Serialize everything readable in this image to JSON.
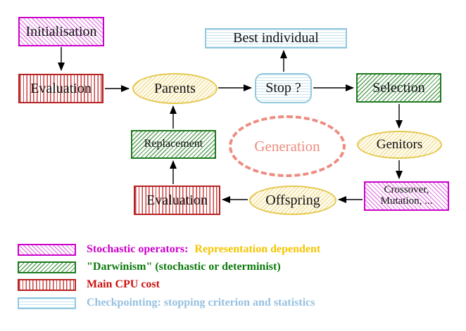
{
  "diagram": {
    "nodes": {
      "initialisation": {
        "label": "Initialisation",
        "pattern": "magenta-diagonal-hatch"
      },
      "best_individual": {
        "label": "Best individual",
        "pattern": "cyan-horizontal-lines"
      },
      "evaluation_top": {
        "label": "Evaluation",
        "pattern": "red-vertical-lines"
      },
      "parents": {
        "label": "Parents",
        "pattern": "yellow-diagonal-hatch"
      },
      "stop": {
        "label": "Stop ?",
        "pattern": "cyan-horizontal-lines"
      },
      "selection": {
        "label": "Selection",
        "pattern": "green-diagonal-hatch"
      },
      "replacement": {
        "label": "Replacement",
        "pattern": "green-diagonal-hatch"
      },
      "generation": {
        "label": "Generation",
        "pattern": "salmon-dashed-ellipse"
      },
      "genitors": {
        "label": "Genitors",
        "pattern": "yellow-diagonal-hatch"
      },
      "evaluation_bottom": {
        "label": "Evaluation",
        "pattern": "red-vertical-lines"
      },
      "offspring": {
        "label": "Offspring",
        "pattern": "yellow-diagonal-hatch"
      },
      "crossover_mutation": {
        "line1": "Crossover,",
        "line2": "Mutation, ...",
        "pattern": "magenta-diagonal-hatch"
      }
    },
    "edges": [
      {
        "from": "initialisation",
        "to": "evaluation_top"
      },
      {
        "from": "evaluation_top",
        "to": "parents"
      },
      {
        "from": "parents",
        "to": "stop"
      },
      {
        "from": "stop",
        "to": "best_individual"
      },
      {
        "from": "stop",
        "to": "selection"
      },
      {
        "from": "selection",
        "to": "genitors"
      },
      {
        "from": "genitors",
        "to": "crossover_mutation"
      },
      {
        "from": "crossover_mutation",
        "to": "offspring"
      },
      {
        "from": "offspring",
        "to": "evaluation_bottom"
      },
      {
        "from": "evaluation_bottom",
        "to": "replacement"
      },
      {
        "from": "replacement",
        "to": "parents"
      }
    ],
    "legend": {
      "items": [
        {
          "swatch": "magenta-diagonal-hatch-swatch",
          "text": "Stochastic operators:",
          "text2": "Representation dependent"
        },
        {
          "swatch": "green-diagonal-hatch-swatch",
          "text": "\"Darwinism\" (stochastic or determinist)"
        },
        {
          "swatch": "red-vertical-lines-swatch",
          "text": "Main CPU cost"
        },
        {
          "swatch": "cyan-horizontal-lines-swatch",
          "text": "Checkpointing: stopping criterion and statistics"
        }
      ]
    },
    "colors": {
      "magenta": "#cc00cc",
      "green": "#1e7a1e",
      "red": "#b52222",
      "cyan_border": "#93c9de",
      "yellow_border": "#e5c84e",
      "salmon": "#ee8c80",
      "legend_gold_text": "#f5c500",
      "legend_green_text": "#0b7a0b",
      "legend_red_text": "#cc1111",
      "legend_blue_text": "#96c1e0"
    }
  }
}
